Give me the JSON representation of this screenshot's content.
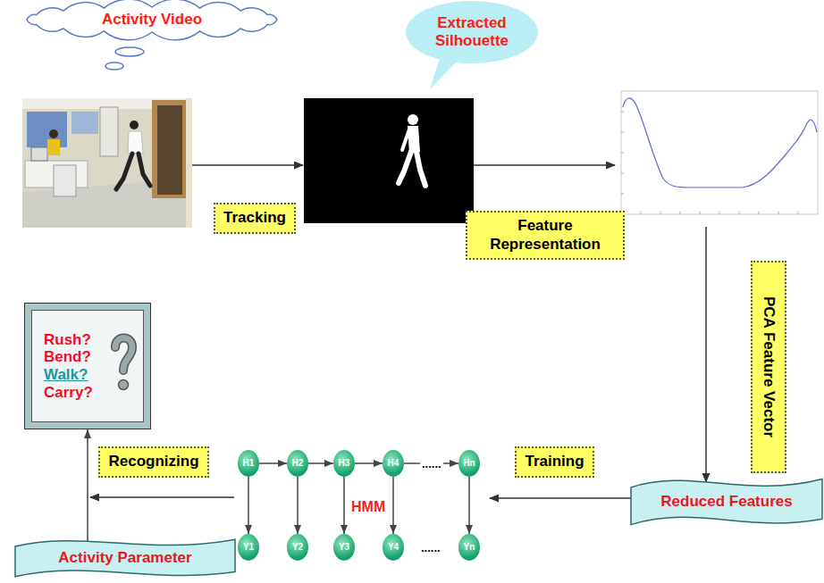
{
  "diagram": {
    "nodes": [
      {
        "text": [
          "Activity Video"
        ]
      },
      {
        "text": [
          "Extracted Silhouette"
        ]
      },
      {
        "text": [
          "Tracking"
        ]
      },
      {
        "text": [
          "Feature Representation"
        ]
      },
      {
        "text": [
          "PCA Feature Vector"
        ]
      },
      {
        "text": [
          "Rush?",
          "Bend?",
          "Walk?",
          "Carry?"
        ]
      },
      {
        "text": [
          "Recognizing"
        ]
      },
      {
        "text": [
          "Training"
        ]
      },
      {
        "text": [
          "Reduced Features"
        ]
      },
      {
        "text": [
          "Activity Parameter"
        ]
      },
      {
        "text": [
          "H1"
        ]
      },
      {
        "text": [
          "H2"
        ]
      },
      {
        "text": [
          "H3"
        ]
      },
      {
        "text": [
          "H4"
        ]
      },
      {
        "text": [
          "Hn"
        ]
      },
      {
        "text": [
          "Y1"
        ]
      },
      {
        "text": [
          "Y2"
        ]
      },
      {
        "text": [
          "Y3"
        ]
      },
      {
        "text": [
          "Y4"
        ]
      },
      {
        "text": [
          "Yn"
        ]
      }
    ],
    "edges": [
      {
        "from": 9,
        "to": 5,
        "arrow": "to"
      },
      {
        "from": 10,
        "to": 11,
        "arrow": "to"
      },
      {
        "from": 11,
        "to": 12,
        "arrow": "to"
      },
      {
        "from": 12,
        "to": 13,
        "arrow": "to"
      },
      {
        "from": 13,
        "to": 14,
        "arrow": "to",
        "label": "......"
      },
      {
        "from": 10,
        "to": 15,
        "arrow": "to"
      },
      {
        "from": 11,
        "to": 16,
        "arrow": "to"
      },
      {
        "from": 12,
        "to": 17,
        "arrow": "to"
      },
      {
        "from": 13,
        "to": 18,
        "arrow": "to"
      },
      {
        "from": 14,
        "to": 19,
        "arrow": "to"
      }
    ],
    "labels": [
      "HMM",
      "......"
    ]
  }
}
